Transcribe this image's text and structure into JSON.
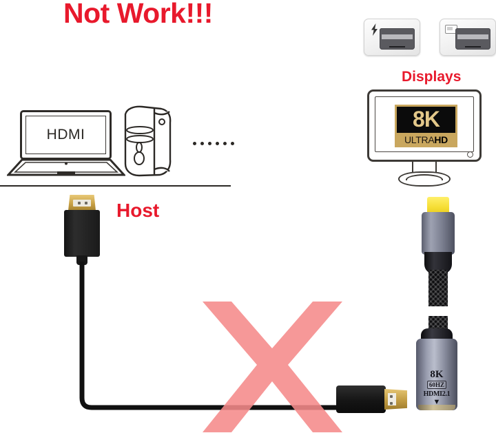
{
  "headline": {
    "text": "Not Work!!!",
    "color": "#e8192c"
  },
  "labels": {
    "displays": "Displays",
    "host": "Host"
  },
  "host_side": {
    "laptop_screen_text": "HDMI",
    "tower_icon_name": "desktop-tower",
    "ellipsis": "......",
    "ellipsis_dot_count": 6
  },
  "display_side": {
    "ports": [
      {
        "icon": "thunderbolt-icon",
        "name": "Thunderbolt port"
      },
      {
        "icon": "mini-displayport-icon",
        "name": "Mini DisplayPort"
      }
    ],
    "monitor_badge": {
      "resolution": "8K",
      "ultra": "ULTRA",
      "hd": "HD",
      "badge_color": "#c9a75e",
      "panel_color": "#0b0b0b",
      "text_color": "#e3c88a"
    }
  },
  "adapter": {
    "spec_lines": [
      "8K",
      "60HZ",
      "HDMI2.1"
    ],
    "triangle_glyph": "▼",
    "connector_tip_color": "#f5dd33",
    "housing_color": "#9a9eb0"
  },
  "cross_mark": {
    "symbol": "X",
    "color": "#f58a8a",
    "meaning": "not-supported"
  },
  "connectors": {
    "left_hdmi_name": "hdmi-plug-vertical",
    "bottom_hdmi_name": "hdmi-plug-horizontal",
    "gold_color": "#c9a247"
  }
}
